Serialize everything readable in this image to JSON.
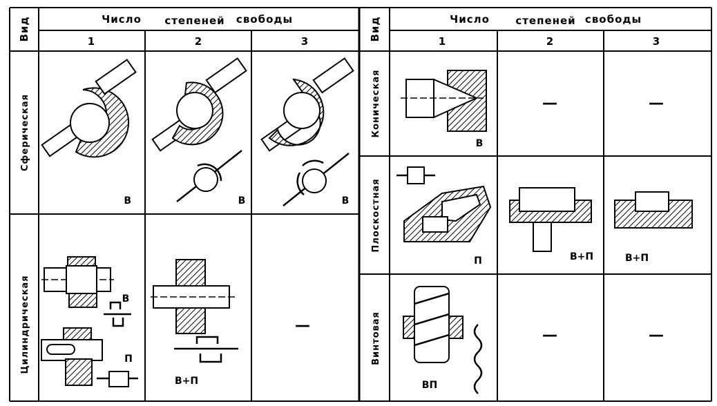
{
  "left_table": {
    "header": {
      "kind_label": "Вид",
      "dof_title_parts": [
        "Число",
        "степеней",
        "свободы"
      ],
      "columns": [
        "1",
        "2",
        "3"
      ]
    },
    "rows": [
      {
        "name": "Сферическая",
        "cells": [
          {
            "label": "В"
          },
          {
            "label": "В"
          },
          {
            "label": "В"
          }
        ]
      },
      {
        "name": "Цилиндрическая",
        "cells": [
          {
            "labels": [
              "В",
              "П"
            ]
          },
          {
            "label": "В+П"
          },
          {
            "label": "—"
          }
        ]
      }
    ]
  },
  "right_table": {
    "header": {
      "kind_label": "Вид",
      "dof_title_parts": [
        "Число",
        "степеней",
        "свободы"
      ],
      "columns": [
        "1",
        "2",
        "3"
      ]
    },
    "rows": [
      {
        "name": "Коническая",
        "cells": [
          {
            "label": "В"
          },
          {
            "label": "—"
          },
          {
            "label": "—"
          }
        ]
      },
      {
        "name": "Плоскостная",
        "cells": [
          {
            "label": "П"
          },
          {
            "label": "В+П"
          },
          {
            "label": "В+П"
          }
        ]
      },
      {
        "name": "Винтовая",
        "cells": [
          {
            "label": "ВП"
          },
          {
            "label": "—"
          },
          {
            "label": "—"
          }
        ]
      }
    ]
  }
}
